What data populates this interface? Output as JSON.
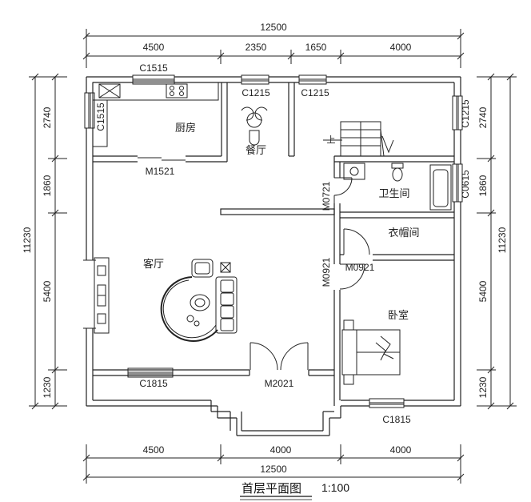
{
  "dims": {
    "top_total": "12500",
    "top_segments": [
      "4500",
      "2350",
      "1650",
      "4000"
    ],
    "bottom_segments": [
      "4500",
      "4000",
      "4000"
    ],
    "bottom_total": "12500",
    "left_segments": [
      "2740",
      "1860",
      "5400",
      "1230"
    ],
    "left_total": "11230",
    "right_segments": [
      "2740",
      "1860",
      "5400",
      "1230"
    ],
    "right_total": "11230"
  },
  "openings": {
    "c1515_top": "C1515",
    "c1515_left": "C1515",
    "c1215_dining": "C1215",
    "c1215_stair": "C1215",
    "c1215_right": "C1215",
    "c0615": "C0615",
    "m1521": "M1521",
    "m0721": "M0721",
    "m0921_left": "M0921",
    "m0921_right": "M0921",
    "c1815_left": "C1815",
    "c1815_right": "C1815",
    "m2021": "M2021"
  },
  "rooms": {
    "kitchen": "厨房",
    "dining": "餐厅",
    "bathroom": "卫生间",
    "cloakroom": "衣帽间",
    "living": "客厅",
    "bedroom": "卧室",
    "stair_up": "上"
  },
  "title": "首层平面图",
  "scale": "1:100"
}
